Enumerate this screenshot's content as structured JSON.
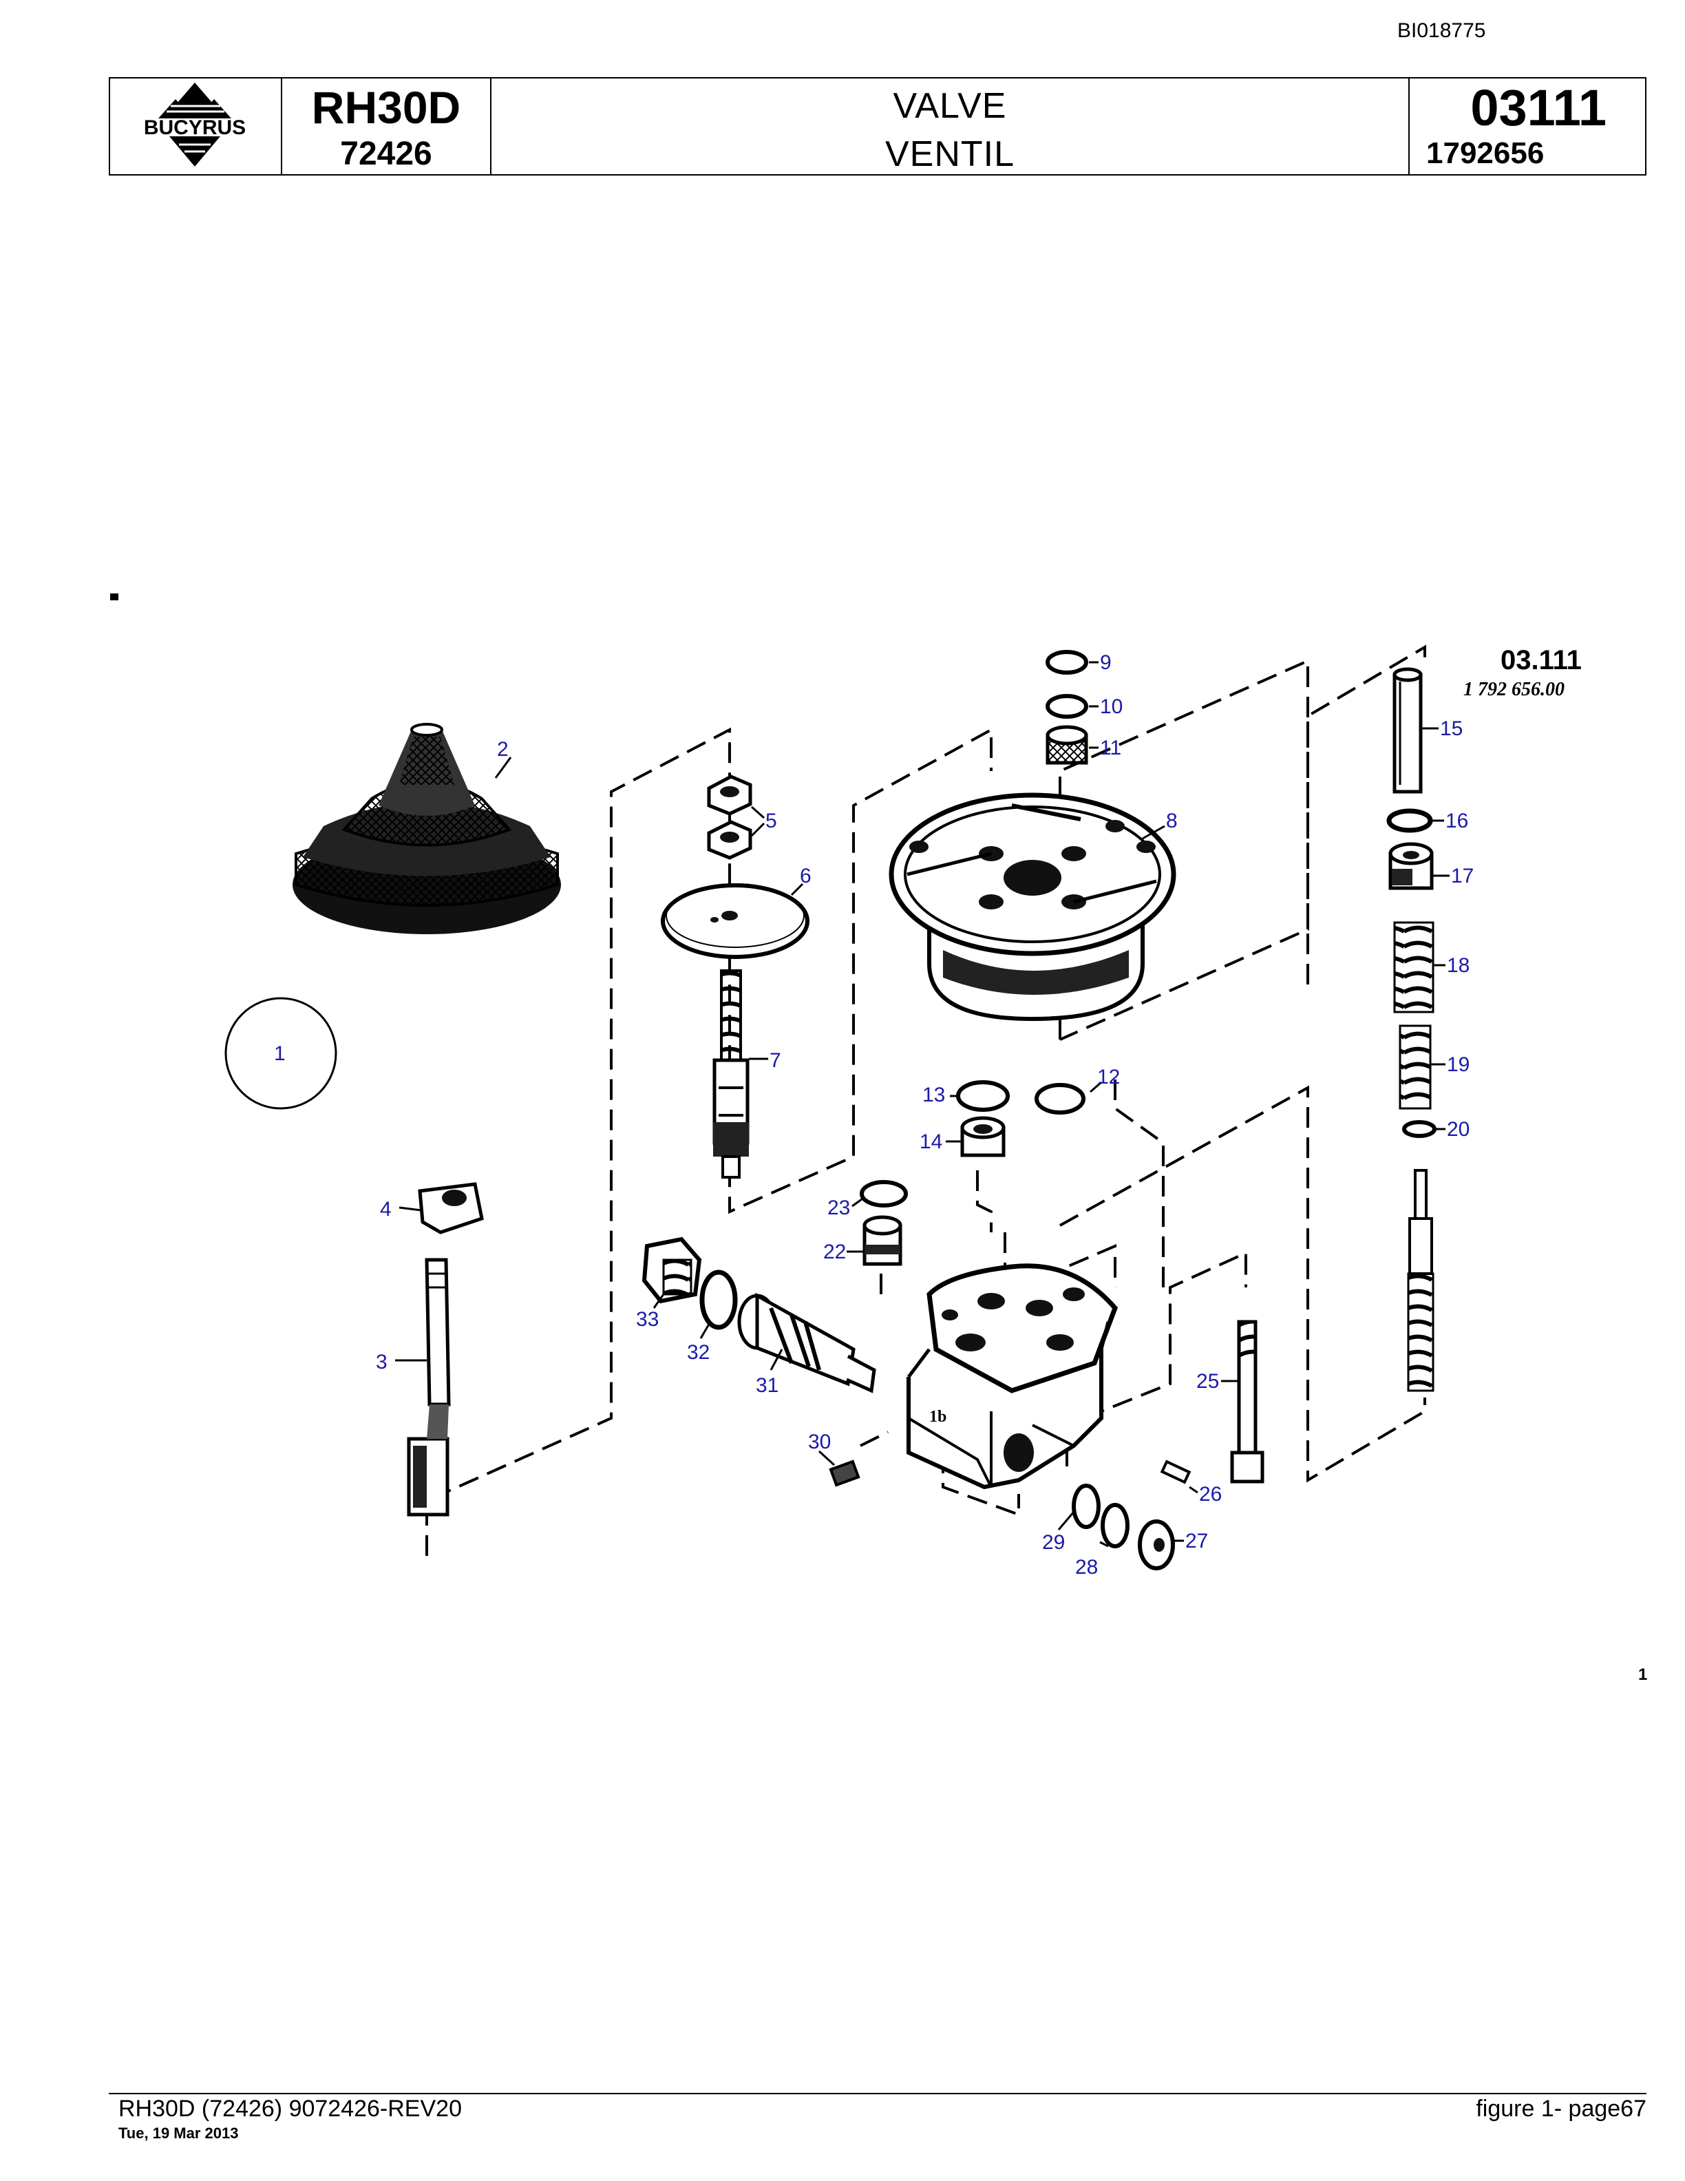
{
  "doc_id": "BI018775",
  "header": {
    "logo_text": "BUCYRUS",
    "model": "RH30D",
    "serial": "72426",
    "title_en": "VALVE",
    "title_de": "VENTIL",
    "group_no": "03111",
    "part_no": "1792656"
  },
  "diagram": {
    "ref_code": "03.111",
    "ref_part": "1 792 656.00",
    "callouts": [
      "1",
      "2",
      "3",
      "4",
      "5",
      "6",
      "7",
      "8",
      "9",
      "10",
      "11",
      "12",
      "13",
      "14",
      "15",
      "16",
      "17",
      "18",
      "19",
      "20",
      "22",
      "23",
      "25",
      "26",
      "27",
      "28",
      "29",
      "30",
      "31",
      "32",
      "33"
    ]
  },
  "footer": {
    "left": "RH30D (72426) 9072426-REV20",
    "date": "Tue, 19 Mar 2013",
    "right": "figure  1- page67"
  }
}
